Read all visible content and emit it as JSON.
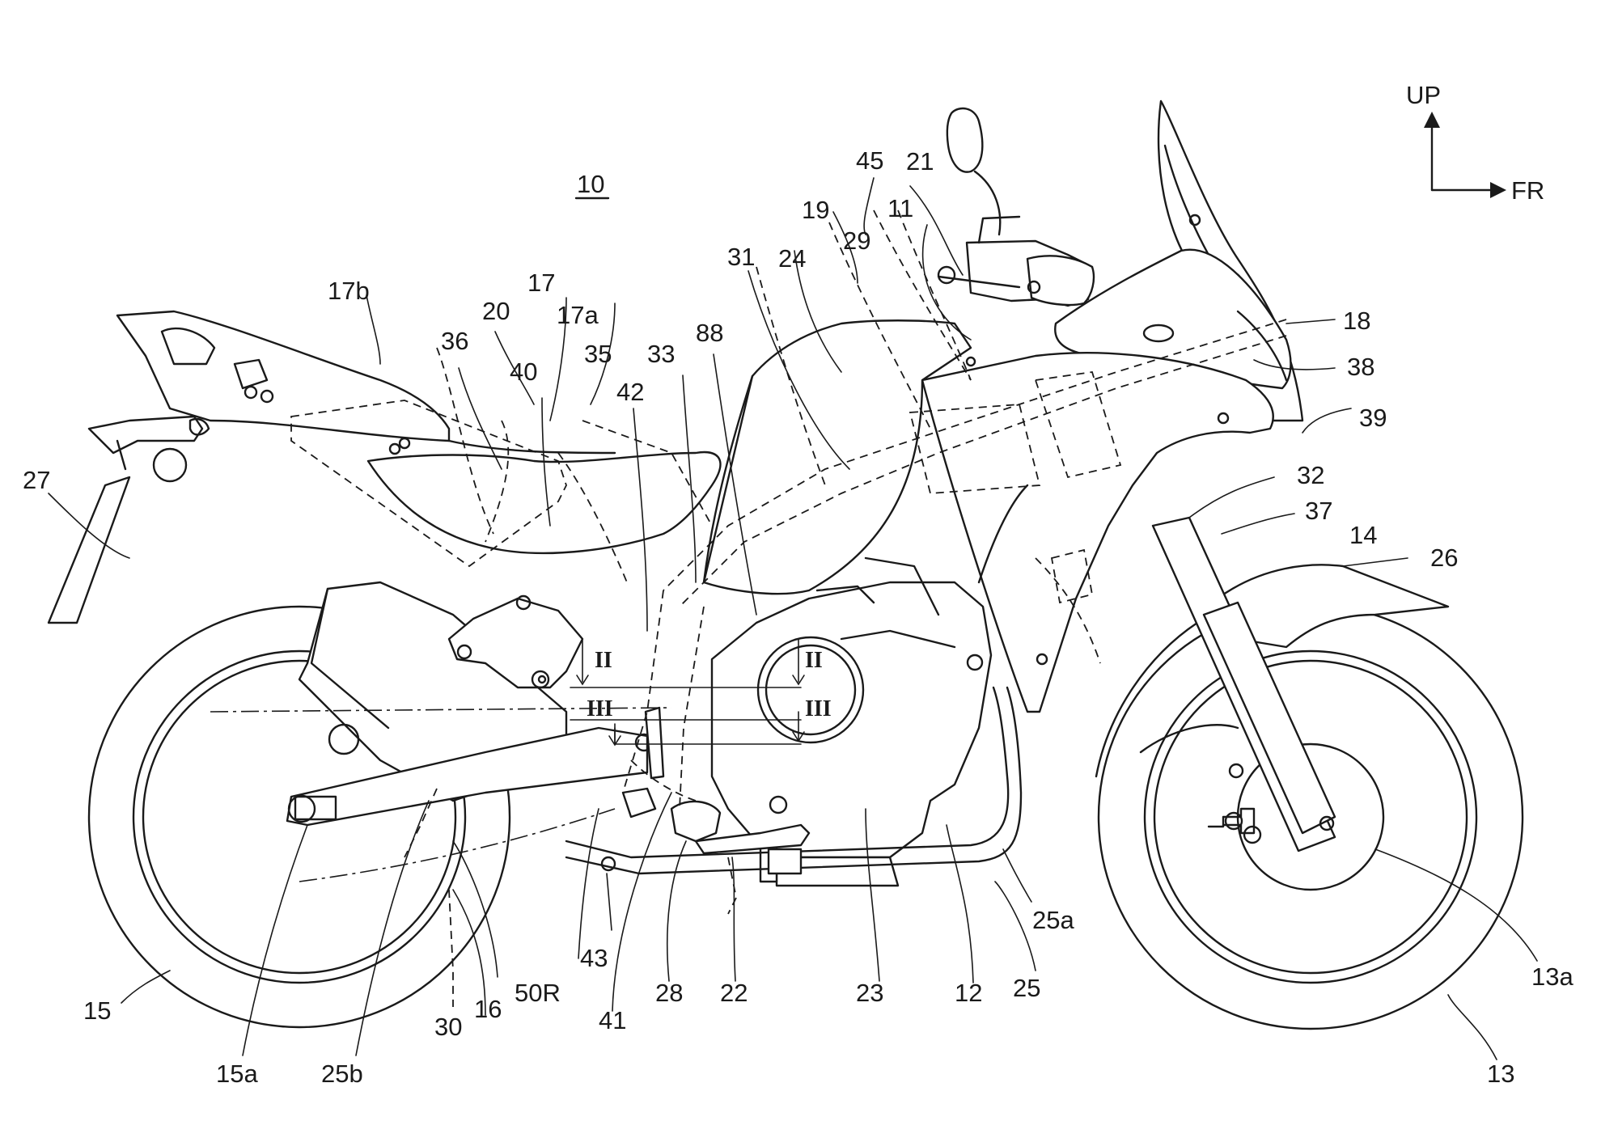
{
  "figure": {
    "reference": "10",
    "direction": {
      "up": "UP",
      "front": "FR"
    }
  },
  "labels": {
    "l_10": "10",
    "l_11": "11",
    "l_12": "12",
    "l_13": "13",
    "l_13a": "13a",
    "l_14": "14",
    "l_15": "15",
    "l_15a": "15a",
    "l_16": "16",
    "l_17": "17",
    "l_17a": "17a",
    "l_17b": "17b",
    "l_18": "18",
    "l_19": "19",
    "l_20": "20",
    "l_21": "21",
    "l_22": "22",
    "l_23": "23",
    "l_24": "24",
    "l_25": "25",
    "l_25a": "25a",
    "l_25b": "25b",
    "l_26": "26",
    "l_27": "27",
    "l_28": "28",
    "l_29": "29",
    "l_30": "30",
    "l_31": "31",
    "l_32": "32",
    "l_33": "33",
    "l_35": "35",
    "l_36": "36",
    "l_37": "37",
    "l_38": "38",
    "l_39": "39",
    "l_40": "40",
    "l_41": "41",
    "l_42": "42",
    "l_43": "43",
    "l_45": "45",
    "l_50R": "50R",
    "l_88": "88"
  },
  "section_marks": {
    "s2_left": "II",
    "s2_right": "II",
    "s3_left": "III",
    "s3_right": "III"
  }
}
